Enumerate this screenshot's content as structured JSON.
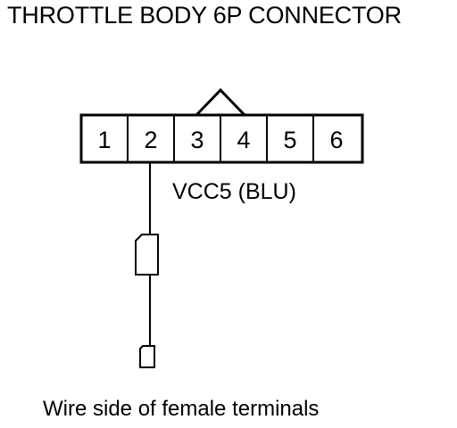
{
  "title": "THROTTLE BODY 6P CONNECTOR",
  "connector": {
    "pins": [
      "1",
      "2",
      "3",
      "4",
      "5",
      "6"
    ],
    "probed_pin": "2"
  },
  "wire_label": "VCC5 (BLU)",
  "caption": "Wire side of female terminals",
  "colors": {
    "ink": "#000000",
    "background": "#ffffff"
  }
}
